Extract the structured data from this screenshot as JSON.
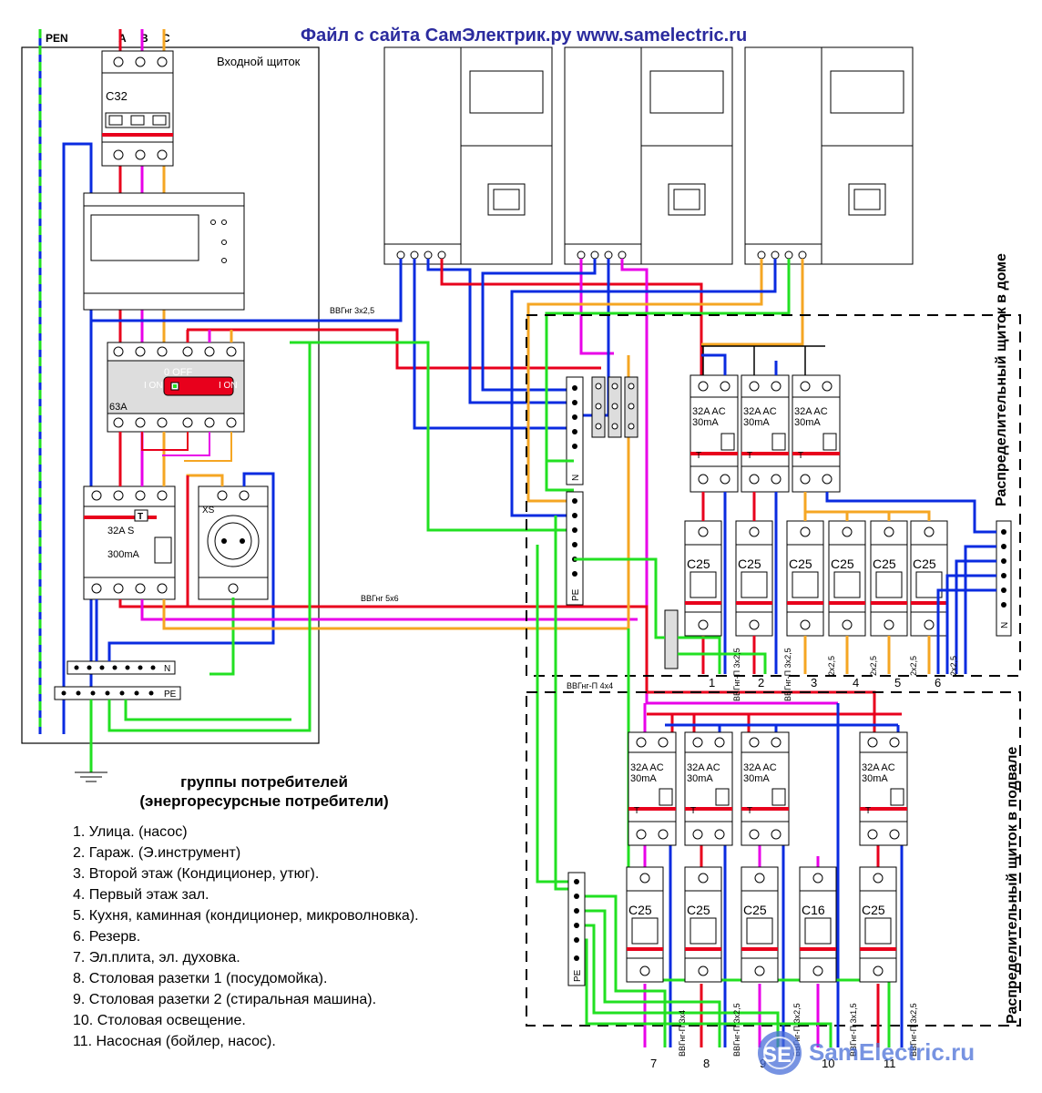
{
  "header": {
    "title": "Файл с сайта СамЭлектрик.ру www.samelectric.ru"
  },
  "phases": {
    "pen": "PEN",
    "a": "A",
    "b": "B",
    "c": "C"
  },
  "input_panel": {
    "title": "Входной щиток",
    "breaker_label": "C32",
    "switch_off_label": "0 OFF",
    "switch_on_left": "I ON",
    "switch_on_right": "I ON",
    "switch_rating": "63A",
    "rcd_rating": "32A S",
    "rcd_current": "300mA",
    "rcd_test": "T",
    "socket_label": "XS",
    "n_bar": "N",
    "pe_bar": "PE"
  },
  "cables": {
    "vvg_3x25": "ВВГнг 3х2,5",
    "vvg_5x6": "ВВГнг 5х6",
    "vvg_p_4x4": "ВВГнг-П 4х4",
    "vvg_p_3x25": "ВВГнг-П 3х2,5",
    "short_2x25": "2х2,5",
    "short_3x25": "3х2,5"
  },
  "house_panel": {
    "title": "Распределительный щиток в доме",
    "rcds": [
      {
        "rating": "32A AC",
        "current": "30mA",
        "test": "T"
      },
      {
        "rating": "32A AC",
        "current": "30mA",
        "test": "T"
      },
      {
        "rating": "32A AC",
        "current": "30mA",
        "test": "T"
      }
    ],
    "breakers": [
      "C25",
      "C25",
      "C25",
      "C25",
      "C25",
      "C25"
    ],
    "n_label": "N",
    "pe_label": "PE",
    "group_numbers": [
      "1",
      "2",
      "3",
      "4",
      "5",
      "6"
    ]
  },
  "basement_panel": {
    "title": "Распределительный щиток в подвале",
    "rcds": [
      {
        "rating": "32A AC",
        "current": "30mA",
        "test": "T"
      },
      {
        "rating": "32A AC",
        "current": "30mA",
        "test": "T"
      },
      {
        "rating": "32A AC",
        "current": "30mA",
        "test": "T"
      },
      {
        "rating": "32A AC",
        "current": "30mA",
        "test": "T"
      }
    ],
    "breakers": [
      "C25",
      "C25",
      "C25",
      "C16",
      "C25"
    ],
    "pe_label": "PE",
    "group_numbers": [
      "7",
      "8",
      "9",
      "10",
      "11"
    ],
    "cable_labels": [
      "ВВГнг-П 3х4",
      "ВВГнг-П 3х2,5",
      "ВВГнг-П 3х2,5",
      "ВВГнг-П 3х1,5",
      "ВВГнг-П 3х2,5"
    ]
  },
  "legend": {
    "title_line1": "группы потребителей",
    "title_line2": "(энергоресурсные потребители)",
    "items": [
      "1. Улица. (насос)",
      "2. Гараж. (Э.инструмент)",
      "3. Второй этаж (Кондиционер, утюг).",
      "4. Первый этаж зал.",
      "5. Кухня, каминная (кондиционер, микроволновка).",
      "6. Резерв.",
      "7. Эл.плита, эл. духовка.",
      "8. Столовая разетки 1 (посудомойка).",
      "9. Столовая разетки 2 (стиральная машина).",
      "10. Столовая освещение.",
      "11. Насосная (бойлер, насос)."
    ]
  },
  "logo": {
    "text": "SamElectric.ru",
    "badge": "SE"
  },
  "colors": {
    "phase_a": "#e8001c",
    "phase_b": "#e800e8",
    "phase_c": "#f5a623",
    "neutral": "#0a2be0",
    "pe": "#22e022",
    "pen_dash": "#22e022",
    "title": "#2b2b9e"
  }
}
